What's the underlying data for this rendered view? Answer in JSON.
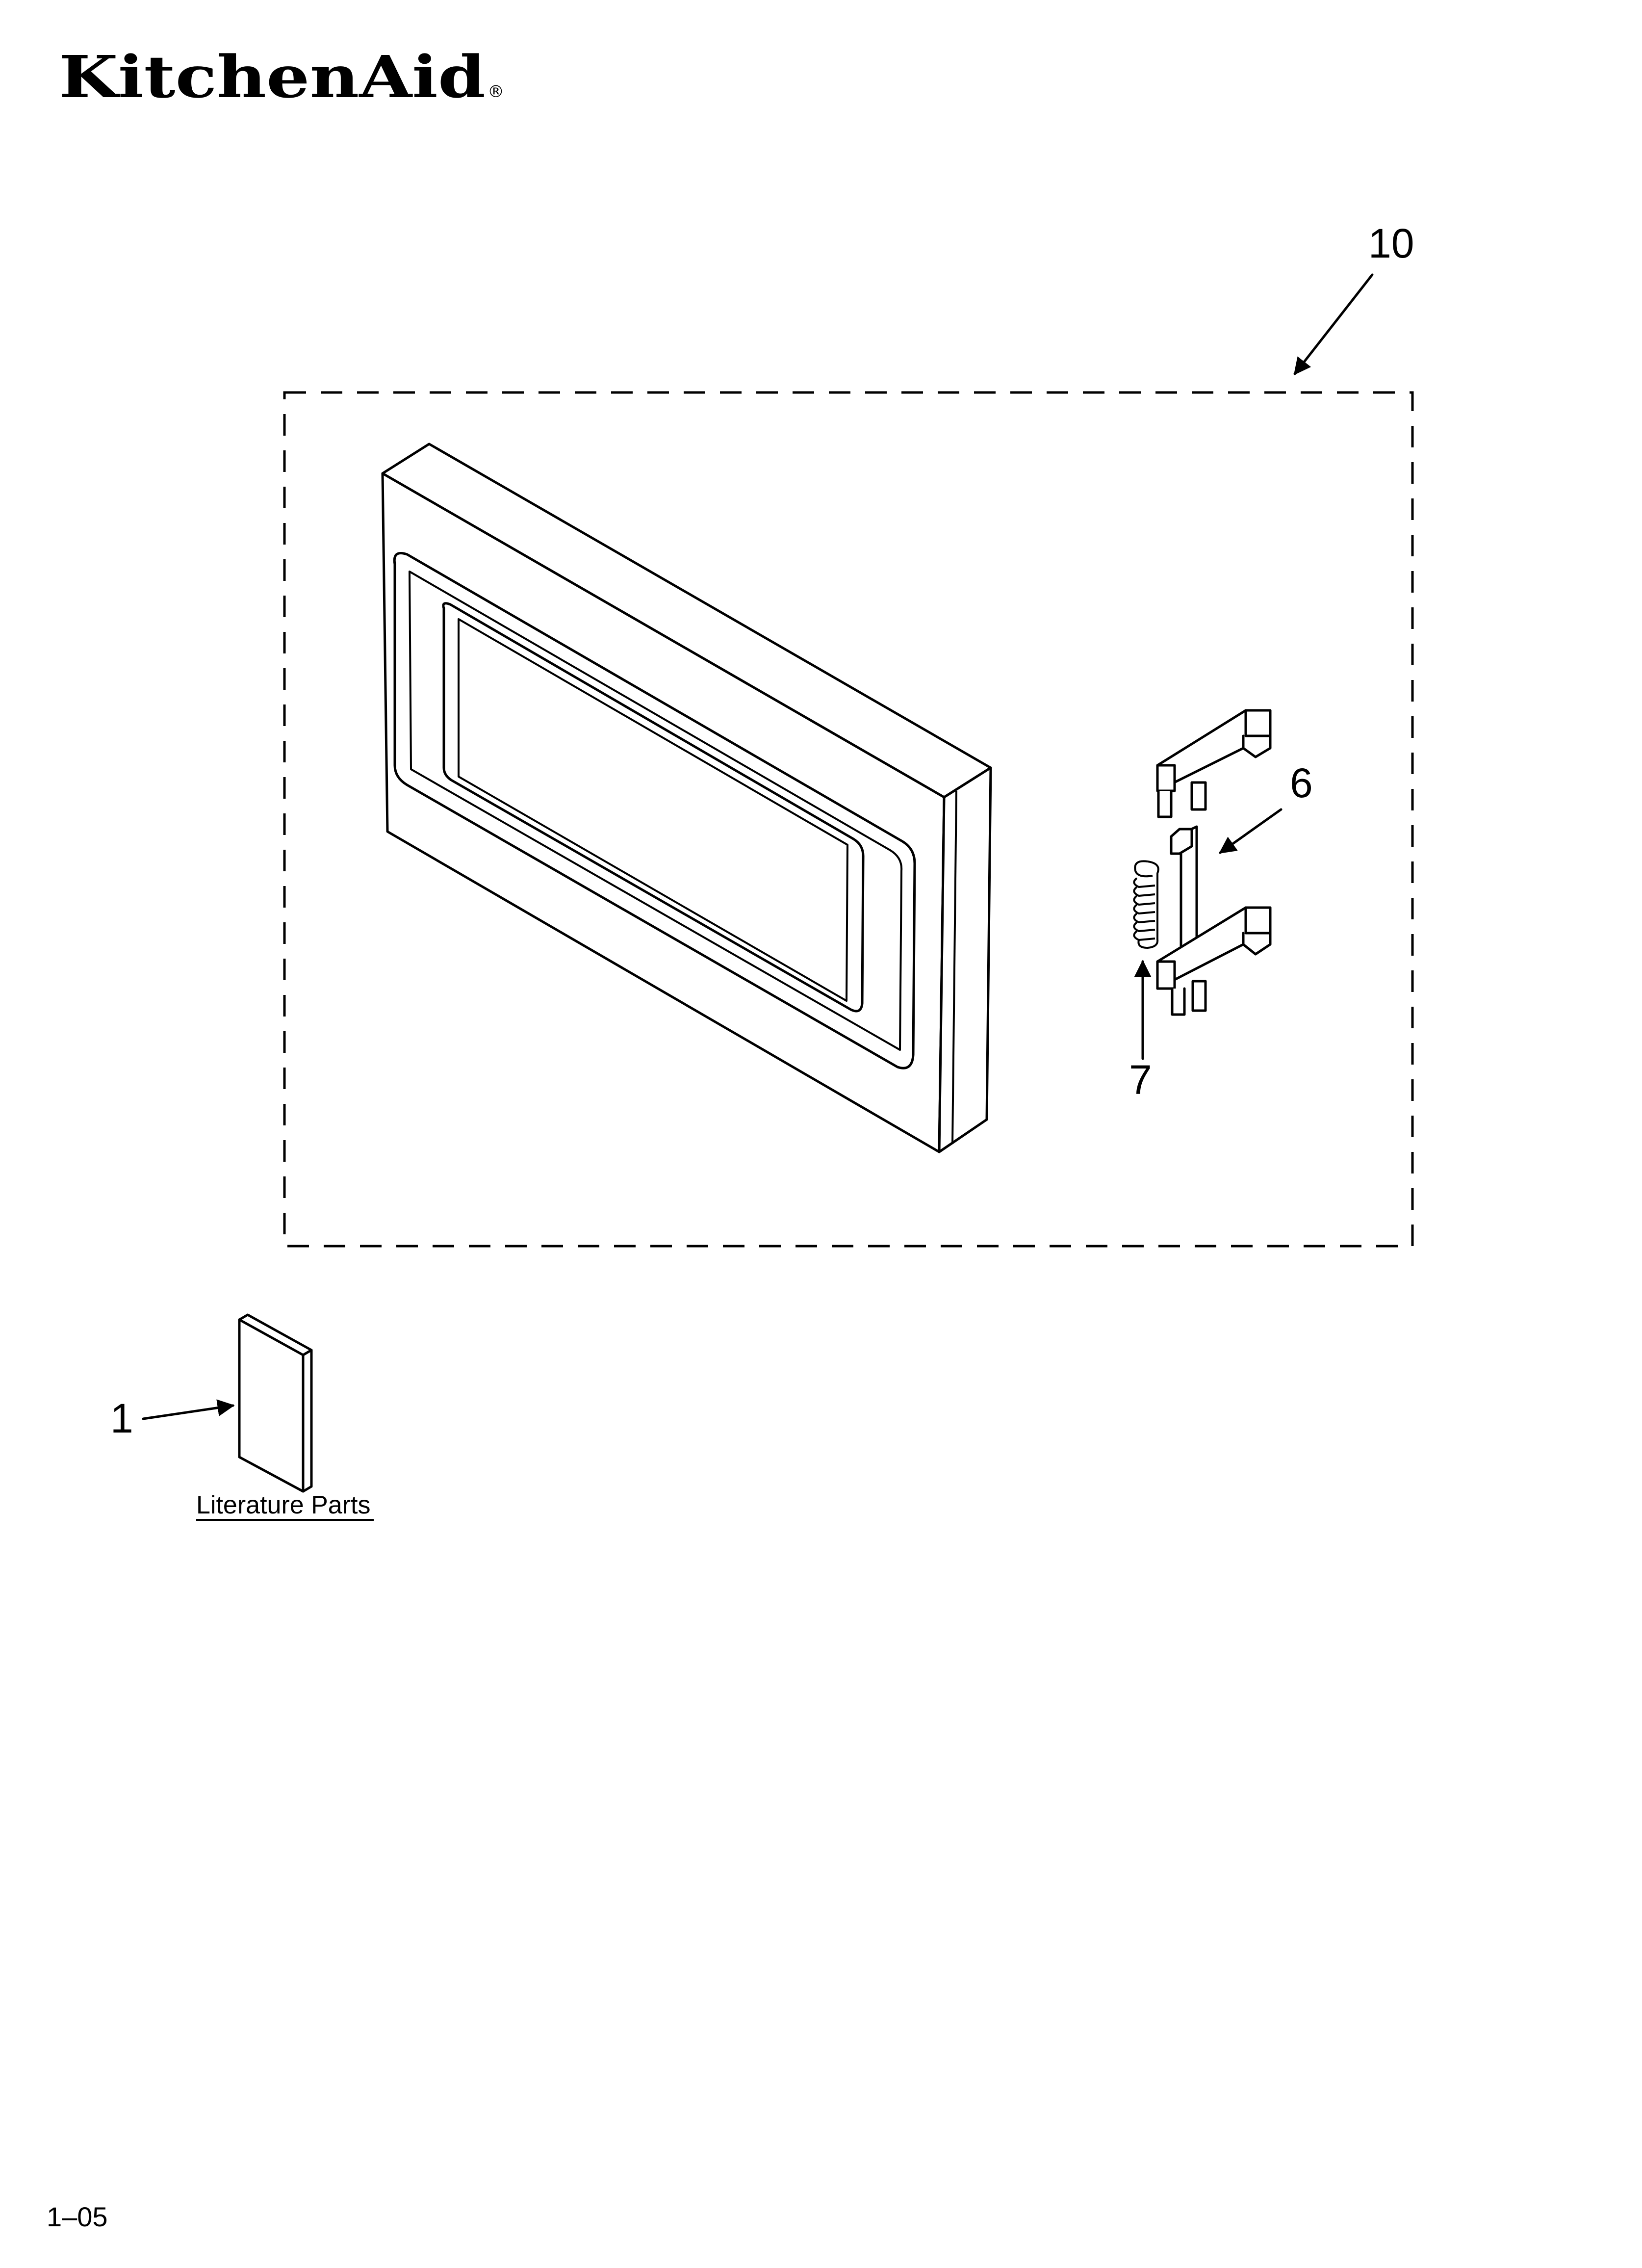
{
  "brand": {
    "name": "KitchenAid",
    "registered_mark": "®"
  },
  "callouts": {
    "assembly": "10",
    "latch": "6",
    "spring": "7",
    "literature": "1"
  },
  "literature_caption": "Literature Parts",
  "page_code": "1–05"
}
